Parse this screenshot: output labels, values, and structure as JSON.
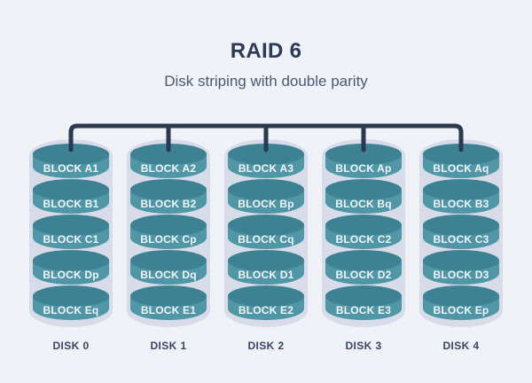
{
  "title": "RAID 6",
  "subtitle": "Disk striping with double parity",
  "disks": [
    {
      "label": "DISK 0",
      "blocks": [
        "BLOCK A1",
        "BLOCK B1",
        "BLOCK C1",
        "BLOCK Dp",
        "BLOCK Eq"
      ]
    },
    {
      "label": "DISK 1",
      "blocks": [
        "BLOCK A2",
        "BLOCK B2",
        "BLOCK Cp",
        "BLOCK Dq",
        "BLOCK E1"
      ]
    },
    {
      "label": "DISK 2",
      "blocks": [
        "BLOCK A3",
        "BLOCK Bp",
        "BLOCK Cq",
        "BLOCK D1",
        "BLOCK E2"
      ]
    },
    {
      "label": "DISK 3",
      "blocks": [
        "BLOCK Ap",
        "BLOCK Bq",
        "BLOCK C2",
        "BLOCK D2",
        "BLOCK E3"
      ]
    },
    {
      "label": "DISK 4",
      "blocks": [
        "BLOCK Aq",
        "BLOCK B3",
        "BLOCK C3",
        "BLOCK D3",
        "BLOCK Ep"
      ]
    }
  ],
  "colors": {
    "background": "#eff2f6",
    "capsule": "#d8dce8",
    "cylinder_body": "#4f96a6",
    "cylinder_top": "#3c8293",
    "connector": "#2b3850",
    "title_text": "#2d3a55",
    "subtitle_text": "#4c5873",
    "disk_label_text": "#3b4660",
    "block_text": "#f0f5f7"
  }
}
